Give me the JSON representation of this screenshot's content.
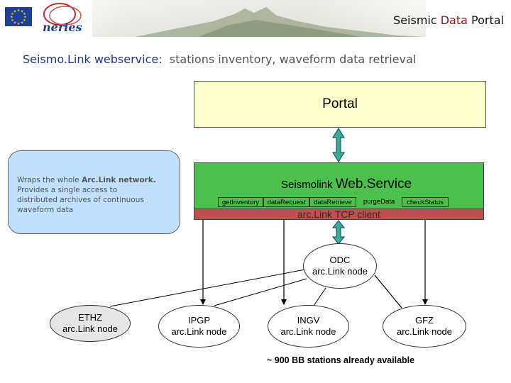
{
  "header": {
    "title_part1": "Seismic ",
    "title_accent": "Data",
    "title_part2": " Portal",
    "logo_text": "neries"
  },
  "subtitle": {
    "brand": "Seismo.Link webservice:",
    "rest": "stations inventory, waveform data retrieval"
  },
  "portal": {
    "label": "Portal"
  },
  "callout": {
    "line1_pre": "Wraps the whole ",
    "line1_bold": "Arc.Link network.",
    "line2": "Provides a single access  to",
    "line3": "distributed archives  of continuous",
    "line4": "waveform data"
  },
  "webservice": {
    "title_small": "Seismolink ",
    "title_big": "Web.Service",
    "methods": [
      "getInventory",
      "dataRequest",
      "dataRetrieve",
      "purgeData",
      "checkStatus"
    ],
    "tcp_client": "arc.Link TCP client"
  },
  "nodes": {
    "odc": {
      "name": "ODC",
      "sub": "arc.Link node"
    },
    "ethz": {
      "name": "ETHZ",
      "sub": "arc.Link node"
    },
    "ipgp": {
      "name": "IPGP",
      "sub": "arc.Link node"
    },
    "ingv": {
      "name": "INGV",
      "sub": "arc.Link node"
    },
    "gfz": {
      "name": "GFZ",
      "sub": "arc.Link node"
    }
  },
  "footnote": "~ 900 BB stations already available",
  "colors": {
    "portal_fill": "#ffffcc",
    "webservice_fill": "#4cbf4c",
    "tcp_bar_fill": "#c0504d",
    "callout_fill": "#bfe0ff",
    "double_arrow_fill": "#3aa89a",
    "eu_flag_blue": "#1f3f99",
    "eu_flag_stars": "#ffcc00"
  }
}
